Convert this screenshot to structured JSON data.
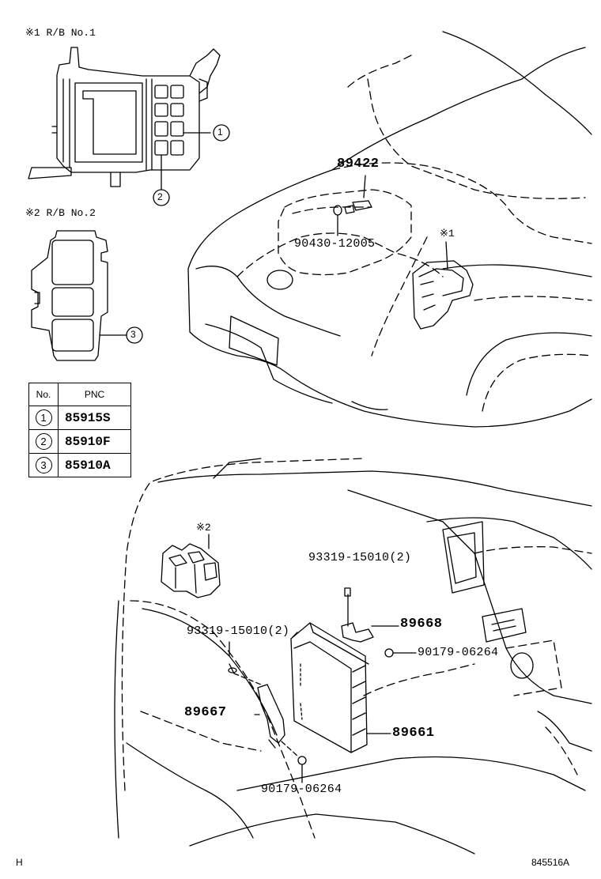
{
  "notes": {
    "rb1": "※1 R/B No.1",
    "rb2": "※2 R/B No.2",
    "mark1": "※1",
    "mark2": "※2"
  },
  "callouts": {
    "c1": "1",
    "c2": "2",
    "c3": "3"
  },
  "parts": {
    "p89422": "89422",
    "p90430": "90430-12005",
    "p93319_top": "93319-15010(2)",
    "p93319_left": "93319-15010(2)",
    "p89668": "89668",
    "p90179_right": "90179-06264",
    "p89667": "89667",
    "p89661": "89661",
    "p90179_bottom": "90179-06264"
  },
  "table": {
    "header_no": "No.",
    "header_pnc": "PNC",
    "rows": [
      {
        "no": "1",
        "pnc": "85915S"
      },
      {
        "no": "2",
        "pnc": "85910F"
      },
      {
        "no": "3",
        "pnc": "85910A"
      }
    ]
  },
  "footer": {
    "left": "H",
    "right": "845516A"
  }
}
